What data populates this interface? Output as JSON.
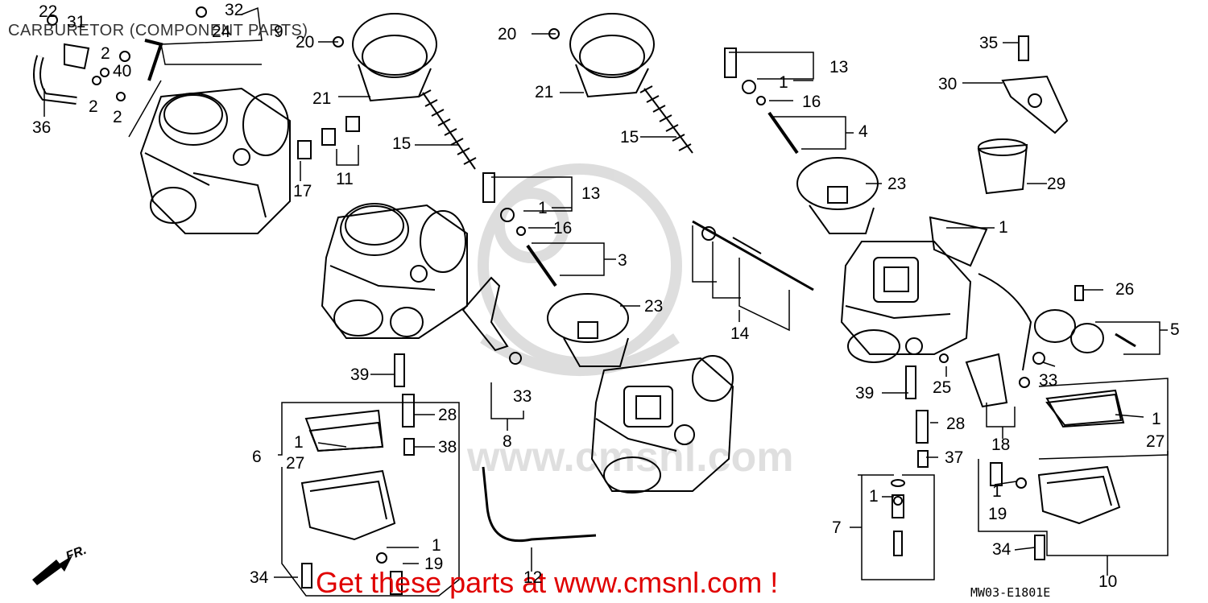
{
  "title": "CARBURETOR (COMPONENT PARTS)",
  "promo": "Get these parts at www.cmsnl.com !",
  "diagram_code": "MW03-E1801E",
  "direction_label": "FR.",
  "watermark": "www.cmsnl.com",
  "callouts": {
    "c22": "22",
    "c31": "31",
    "c32": "32",
    "c24": "24",
    "c9": "9",
    "c2a": "2",
    "c40": "40",
    "c2b": "2",
    "c2c": "2",
    "c36": "36",
    "c20a": "20",
    "c21a": "21",
    "c15a": "15",
    "c17": "17",
    "c11": "11",
    "c20b": "20",
    "c21b": "21",
    "c15b": "15",
    "c13a": "13",
    "c1a": "1",
    "c16a": "16",
    "c3": "3",
    "c23a": "23",
    "c33a": "33",
    "c8": "8",
    "c14": "14",
    "c39a": "39",
    "c28a": "28",
    "c38": "38",
    "c6": "6",
    "c1b": "1",
    "c27a": "27",
    "c34a": "34",
    "c1c": "1",
    "c19a": "19",
    "c12": "12",
    "c13b": "13",
    "c1d": "1",
    "c16b": "16",
    "c4": "4",
    "c23b": "23",
    "c35": "35",
    "c30": "30",
    "c29": "29",
    "c1e": "1",
    "c26": "26",
    "c5": "5",
    "c33b": "33",
    "c25": "25",
    "c39b": "39",
    "c28b": "28",
    "c37": "37",
    "c18": "18",
    "c1f": "1",
    "c27b": "27",
    "c1g": "1",
    "c19b": "19",
    "c34b": "34",
    "c10": "10",
    "c1h": "1",
    "c7": "7"
  }
}
